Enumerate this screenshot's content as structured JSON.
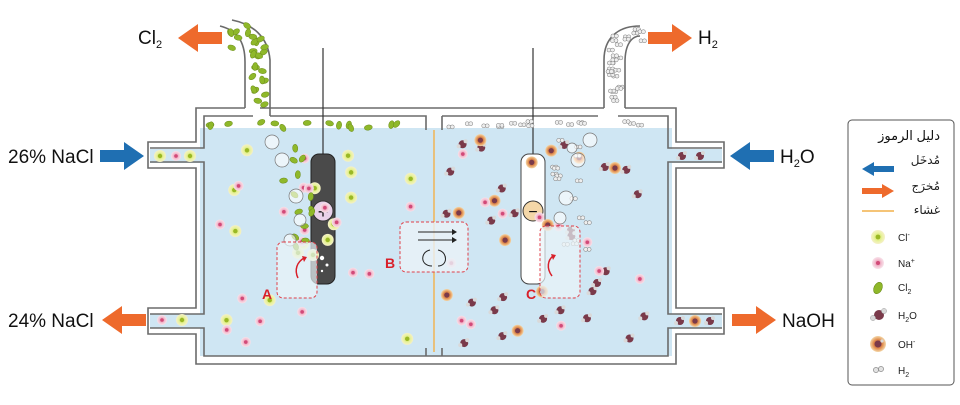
{
  "labels": {
    "cl2_out": "Cl",
    "cl2_sub": "2",
    "h2_out": "H",
    "h2_sub": "2",
    "nacl_in": "26% NaCl",
    "nacl_out": "24% NaCl",
    "h2o_in": "H",
    "h2o_in_sub": "2",
    "h2o_in_tail": "O",
    "naoh_out": "NaOH",
    "anode_sign": "+",
    "cathode_sign": "−",
    "zone_a": "A",
    "zone_b": "B",
    "zone_c": "C"
  },
  "legend": {
    "title": "دليل الرموز",
    "items": [
      {
        "key": "input",
        "text": "مُدخَل",
        "icon": "blue-arrow-icon",
        "color": "#1f6fb2"
      },
      {
        "key": "output",
        "text": "مُخرَج",
        "icon": "orange-arrow-icon",
        "color": "#ee6a2c"
      },
      {
        "key": "membrane",
        "text": "غشاء",
        "icon": "membrane-line-icon",
        "color": "#f2b14a"
      },
      {
        "key": "cl_ion",
        "text": "Cl",
        "sup": "-",
        "icon": "chloride-ion-icon"
      },
      {
        "key": "na_ion",
        "text": "Na",
        "sup": "+",
        "icon": "sodium-ion-icon"
      },
      {
        "key": "cl2",
        "text": "Cl",
        "sub": "2",
        "icon": "chlorine-molecule-icon"
      },
      {
        "key": "h2o",
        "text": "H",
        "sub": "2",
        "tail": "O",
        "icon": "water-molecule-icon"
      },
      {
        "key": "oh_ion",
        "text": "OH",
        "sup": "-",
        "icon": "hydroxide-ion-icon"
      },
      {
        "key": "h2",
        "text": "H",
        "sub": "2",
        "icon": "hydrogen-molecule-icon"
      }
    ]
  },
  "colors": {
    "electrolyte": "#cfe6f3",
    "tank_wall": "#6b6b6b",
    "input_arrow": "#1f6fb2",
    "output_arrow": "#ee6a2c",
    "membrane": "#f2b14a",
    "anode": "#4a4a4a",
    "zone_outline": "#e0404a"
  }
}
